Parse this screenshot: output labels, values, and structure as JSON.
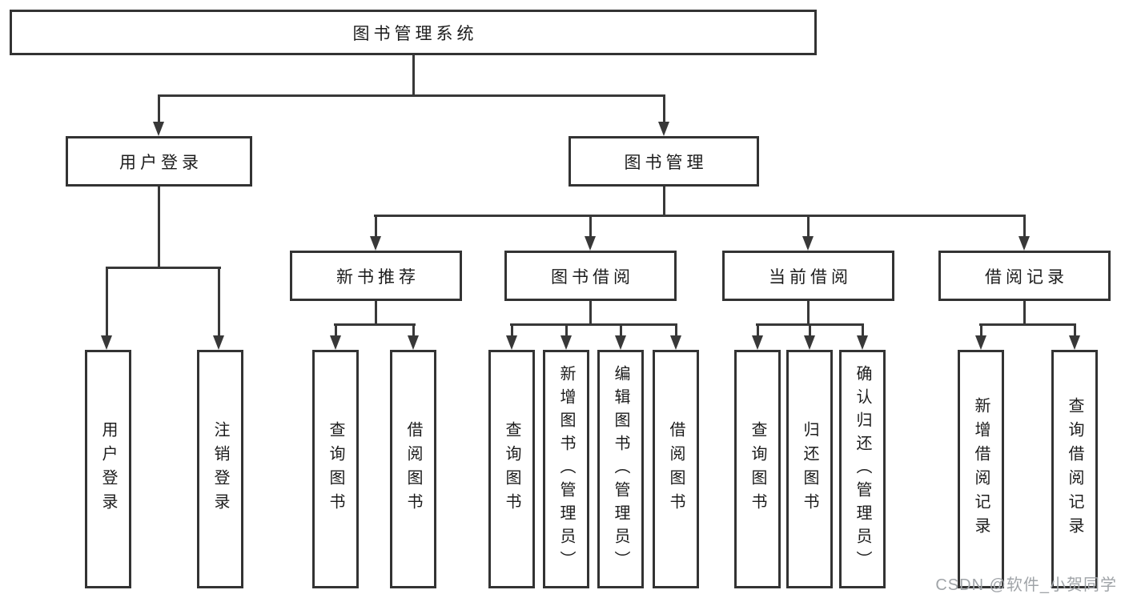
{
  "diagram": {
    "type": "hierarchy-tree",
    "tree": {
      "root": {
        "label": "图书管理系统"
      },
      "branches": [
        {
          "label": "用户登录",
          "children": [
            {
              "label": "用户登录"
            },
            {
              "label": "注销登录"
            }
          ]
        },
        {
          "label": "图书管理",
          "groups": [
            {
              "label": "新书推荐",
              "children": [
                {
                  "label": "查询图书"
                },
                {
                  "label": "借阅图书"
                }
              ]
            },
            {
              "label": "图书借阅",
              "children": [
                {
                  "label": "查询图书"
                },
                {
                  "label": "新增图书（管理员）"
                },
                {
                  "label": "编辑图书（管理员）"
                },
                {
                  "label": "借阅图书"
                }
              ]
            },
            {
              "label": "当前借阅",
              "children": [
                {
                  "label": "查询图书"
                },
                {
                  "label": "归还图书"
                },
                {
                  "label": "确认归还（管理员）"
                }
              ]
            },
            {
              "label": "借阅记录",
              "children": [
                {
                  "label": "新增借阅记录"
                },
                {
                  "label": "查询借阅记录"
                }
              ]
            }
          ]
        }
      ]
    },
    "colors": {
      "line": "#383838",
      "border": "#333333",
      "text": "#1c1c1c",
      "watermark_text": "#a0a4a8",
      "background": "#ffffff"
    }
  },
  "watermark": "CSDN @软件_小贺同学"
}
